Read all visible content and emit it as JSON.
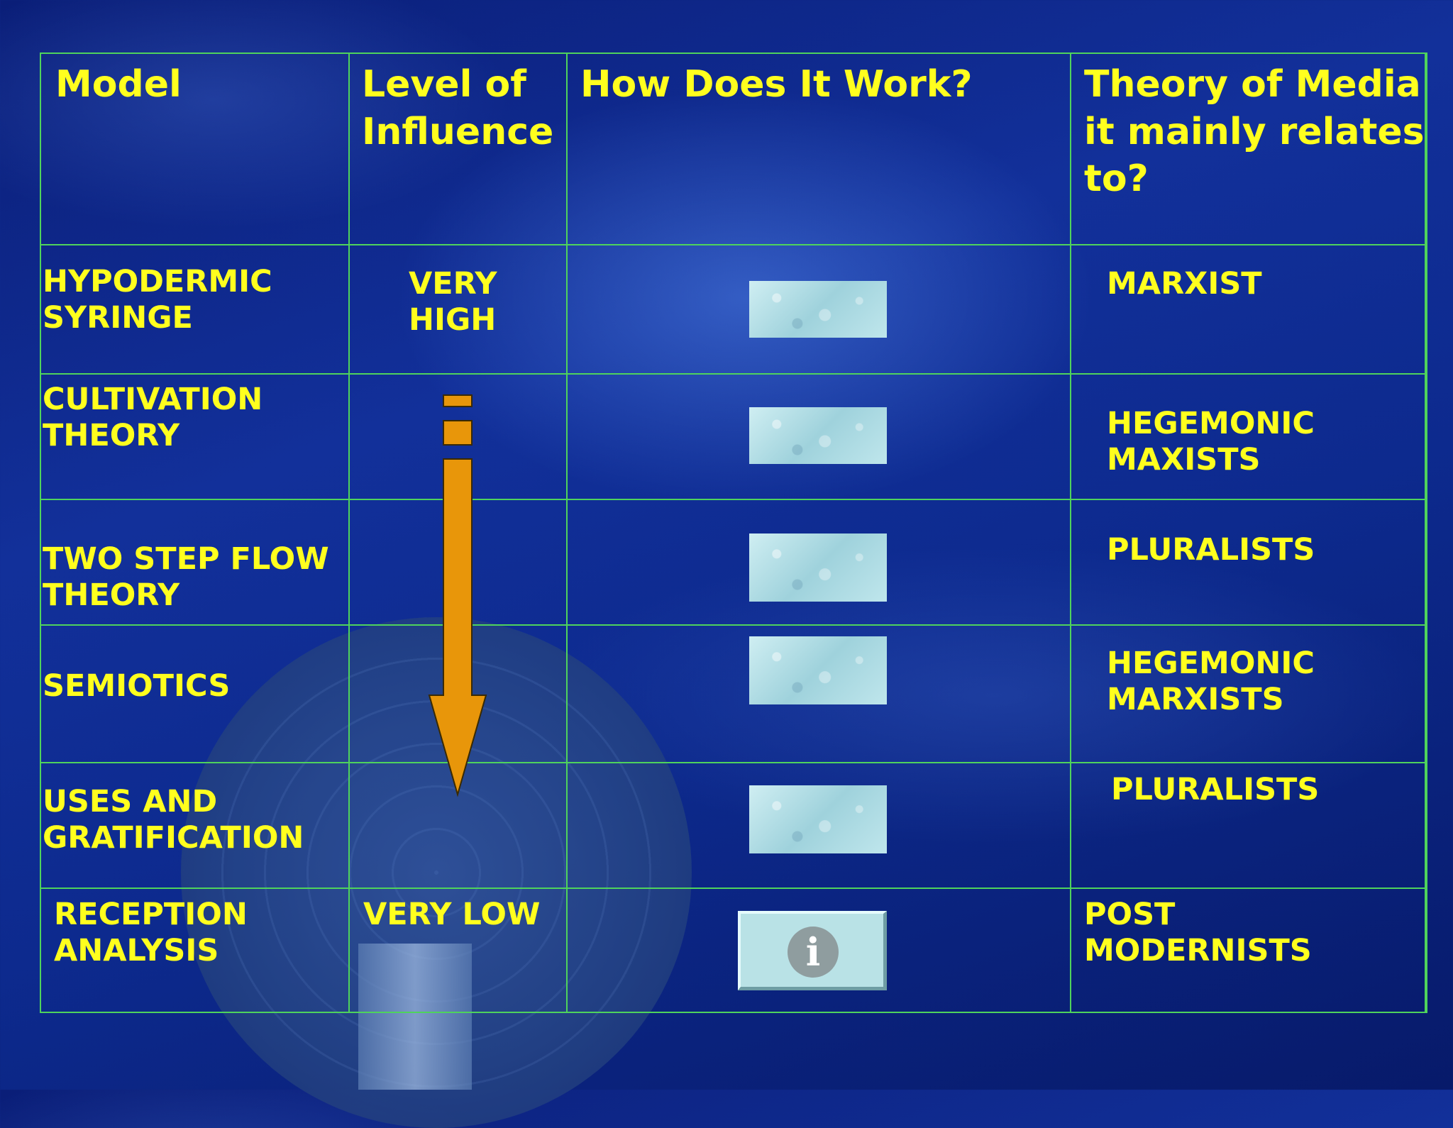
{
  "headers": {
    "model": "Model",
    "influence": "Level of\nInfluence",
    "how": "How Does It Work?",
    "theory": "Theory of Media\nit mainly relates\nto?"
  },
  "rows": [
    {
      "model": "HYPODERMIC\nSYRINGE",
      "influence": "VERY\nHIGH",
      "theory": "MARXIST"
    },
    {
      "model": "CULTIVATION\nTHEORY",
      "influence": "",
      "theory": "HEGEMONIC\nMAXISTS"
    },
    {
      "model": "TWO STEP FLOW\nTHEORY",
      "influence": "",
      "theory": "PLURALISTS"
    },
    {
      "model": "SEMIOTICS",
      "influence": "",
      "theory": "HEGEMONIC\nMARXISTS"
    },
    {
      "model": "USES AND\nGRATIFICATION",
      "influence": "",
      "theory": "PLURALISTS"
    },
    {
      "model": "RECEPTION\nANALYSIS",
      "influence": "VERY LOW",
      "theory": "POST\nMODERNISTS"
    }
  ],
  "info_icon": "info-icon",
  "colors": {
    "text": "#ffff1e",
    "grid": "#4fd35c",
    "arrow": "#e8960a",
    "background": "#0d2a8e"
  }
}
